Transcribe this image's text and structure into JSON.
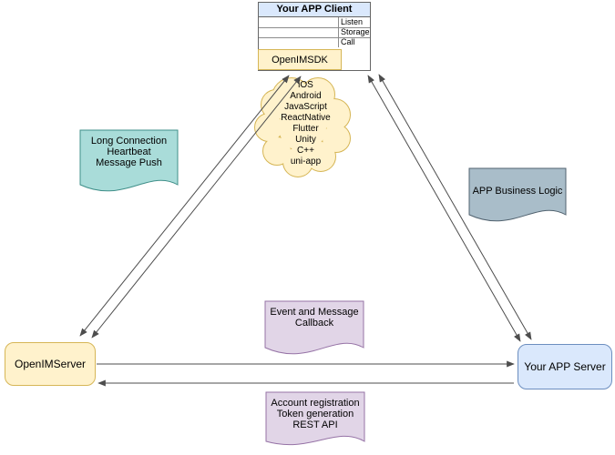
{
  "client": {
    "title": "Your APP Client",
    "interface_rows": [
      "Listen",
      "Storage",
      "Call"
    ],
    "sdk_label": "OpenIMSDK"
  },
  "cloud": {
    "platforms": [
      "iOS",
      "Android",
      "JavaScript",
      "ReactNative",
      "Flutter",
      "Unity",
      "C++",
      "uni-app"
    ],
    "fill": "#fff2cc",
    "border": "#d6b656"
  },
  "notes": {
    "long_connection": {
      "lines": [
        "Long Connection",
        "Heartbeat",
        "Message Push"
      ],
      "fill": "#a9dcd9",
      "border": "#3f8f89"
    },
    "app_business_logic": {
      "lines": [
        "APP Business Logic"
      ],
      "fill": "#a9bdc9",
      "border": "#51626f"
    },
    "event_callback": {
      "lines": [
        "Event and Message",
        "Callback"
      ],
      "fill": "#e1d5e7",
      "border": "#9673a6"
    },
    "account_api": {
      "lines": [
        "Account registration",
        "Token generation",
        "REST API"
      ],
      "fill": "#e1d5e7",
      "border": "#9673a6"
    }
  },
  "nodes": {
    "openim_server": {
      "label": "OpenIMServer",
      "fill": "#fff2cc",
      "border": "#d6b656"
    },
    "app_server": {
      "label": "Your APP Server",
      "fill": "#dae8fc",
      "border": "#6c8ebf"
    }
  },
  "colors": {
    "client_header_fill": "#dae8fc",
    "client_border": "#666666",
    "arrow": "#4d4d4d"
  }
}
